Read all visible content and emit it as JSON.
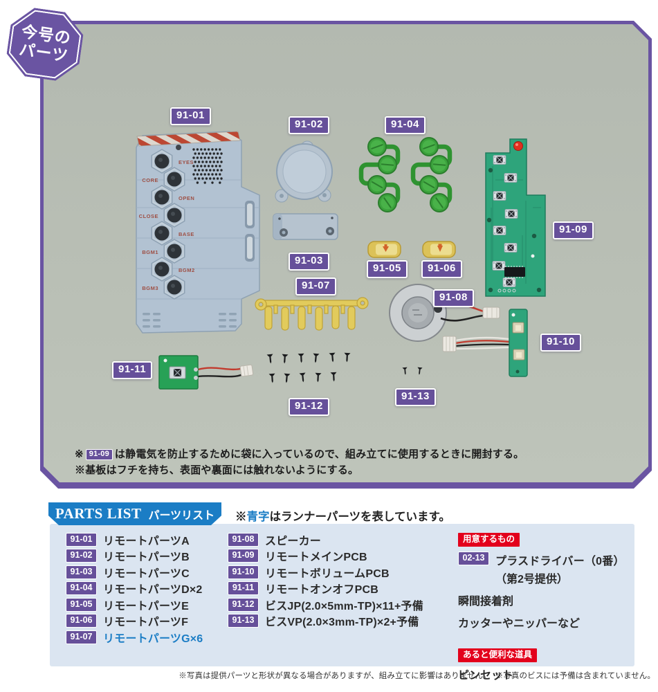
{
  "issue_badge": {
    "line1": "今号の",
    "line2": "パーツ"
  },
  "photo": {
    "labels": [
      "91-01",
      "91-02",
      "91-03",
      "91-04",
      "91-05",
      "91-06",
      "91-07",
      "91-08",
      "91-09",
      "91-10",
      "91-11",
      "91-12",
      "91-13"
    ],
    "panel_buttons": [
      "EYES",
      "CORE",
      "OPEN",
      "CLOSE",
      "BASE",
      "BGM1",
      "BGM2",
      "BGM3"
    ],
    "notes": {
      "line1_prefix": "※",
      "line1_badge": "91-09",
      "line1_text": "は静電気を防止するために袋に入っているので、組み立てに使用するときに開封する。",
      "line2": "※基板はフチを持ち、表面や裏面には触れないようにする。"
    }
  },
  "parts_list": {
    "title_en": "PARTS LIST",
    "title_ja": "パーツリスト",
    "legend": {
      "prefix": "※",
      "blue": "青字",
      "rest": "はランナーパーツを表しています。"
    },
    "column1": [
      {
        "id": "91-01",
        "name": "リモートパーツA"
      },
      {
        "id": "91-02",
        "name": "リモートパーツB"
      },
      {
        "id": "91-03",
        "name": "リモートパーツC"
      },
      {
        "id": "91-04",
        "name": "リモートパーツD×2"
      },
      {
        "id": "91-05",
        "name": "リモートパーツE"
      },
      {
        "id": "91-06",
        "name": "リモートパーツF"
      },
      {
        "id": "91-07",
        "name": "リモートパーツG×6"
      }
    ],
    "column2": [
      {
        "id": "91-08",
        "name": "スピーカー"
      },
      {
        "id": "91-09",
        "name": "リモートメインPCB"
      },
      {
        "id": "91-10",
        "name": "リモートボリュームPCB"
      },
      {
        "id": "91-11",
        "name": "リモートオンオフPCB"
      },
      {
        "id": "91-12",
        "name": "ビスJP(2.0×5mm-TP)×11+予備"
      },
      {
        "id": "91-13",
        "name": "ビスVP(2.0×3mm-TP)×2+予備"
      }
    ],
    "tools": {
      "prepare_title": "用意するもの",
      "item1_id": "02-13",
      "item1_name": "プラスドライバー（0番）",
      "item1_sub": "（第2号提供）",
      "item2": "瞬間接着剤",
      "item3": "カッターやニッパーなど",
      "handy_title": "あると便利な道具",
      "handy_item": "ピンセット"
    }
  },
  "footer_note": "※写真は提供パーツと形状が異なる場合がありますが、組み立てに影響はありません。　※写真のビスには予備は含まれていません。",
  "colors": {
    "frame_purple": "#6a54a2",
    "label_purple": "#66509a",
    "banner_blue": "#1b7dc5",
    "accent_red": "#e3001c",
    "runner_text_blue": "#1b7dc5",
    "photo_bg": "#b8beb4",
    "panel_bg": "#dbe5f1"
  }
}
